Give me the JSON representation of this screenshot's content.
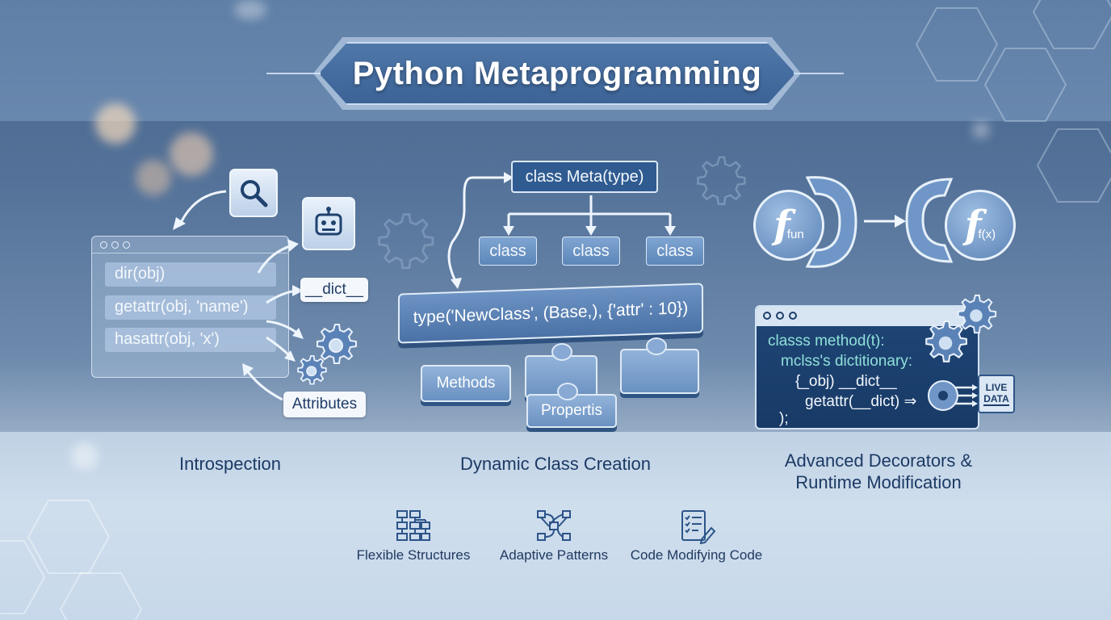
{
  "title": "Python Metaprogramming",
  "introspection": {
    "code_lines": [
      "dir(obj)",
      "getattr(obj, 'name')",
      "hasattr(obj, 'x')"
    ],
    "dict_label": "__dict__",
    "attributes_label": "Attributes",
    "icons": [
      "magnifier-icon",
      "robot-icon",
      "gear-icon"
    ]
  },
  "dynamic_class": {
    "meta_label": "class Meta(type)",
    "children": [
      "class",
      "class",
      "class"
    ],
    "type_call": "type('NewClass', (Base,), {'attr' : 10})",
    "pieces": [
      "Methods",
      "Propertis"
    ]
  },
  "decorators": {
    "fun_symbol": "f",
    "fun_sub": "fun",
    "fun_mod_sub": "f(x)",
    "code_lines": [
      "classs method(t):",
      "mclss's dictitionary:",
      "{_obj) __dict__",
      "getattr(__dict) ⇒",
      ");"
    ],
    "live_badge": [
      "LIVE",
      "DATA"
    ]
  },
  "sections": {
    "introspection": "Introspection",
    "dynamic": "Dynamic Class Creation",
    "advanced_line1": "Advanced Decorators &",
    "advanced_line2": "Runtime Modification"
  },
  "footer": [
    {
      "label": "Flexible Structures",
      "icon": "hierarchy-icon"
    },
    {
      "label": "Adaptive Patterns",
      "icon": "network-icon"
    },
    {
      "label": "Code Modifying Code",
      "icon": "checklist-edit-icon"
    }
  ]
}
